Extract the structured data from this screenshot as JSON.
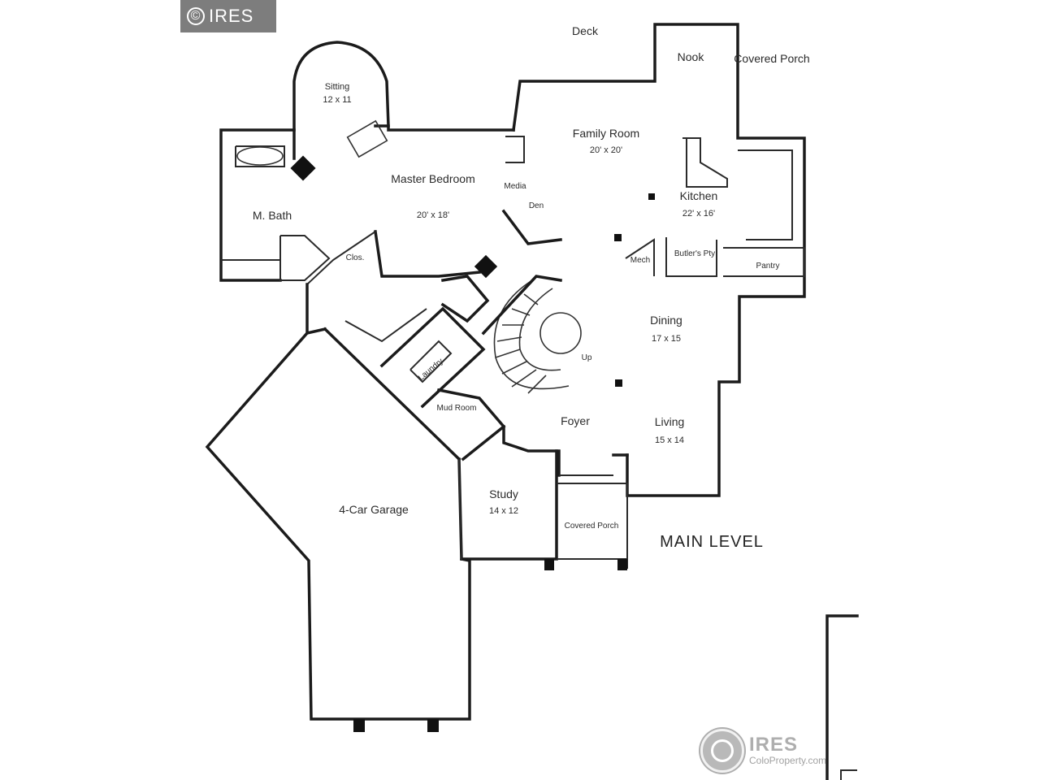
{
  "badge": {
    "text": "IRES",
    "symbol": "©"
  },
  "watermark": {
    "name": "IRES",
    "url": "ColoProperty.com"
  },
  "level_label": "MAIN LEVEL",
  "rooms": {
    "deck": "Deck",
    "nook": "Nook",
    "covered_porch_rear": "Covered Porch",
    "sitting": "Sitting",
    "sitting_dim": "12 x 11",
    "family_room": "Family Room",
    "family_room_dim": "20' x 20'",
    "master_bedroom": "Master Bedroom",
    "master_bedroom_dim": "20' x 18'",
    "kitchen": "Kitchen",
    "kitchen_dim": "22' x 16'",
    "m_bath": "M. Bath",
    "media": "Media",
    "den": "Den",
    "butler_pantry": "Butler's Pty",
    "pantry": "Pantry",
    "mech": "Mech",
    "dining": "Dining",
    "dining_dim": "17 x 15",
    "laundry": "Laundry",
    "up": "Up",
    "mud_room": "Mud Room",
    "foyer": "Foyer",
    "living": "Living",
    "living_dim": "15 x 14",
    "study": "Study",
    "study_dim": "14 x 12",
    "covered_porch_front": "Covered Porch",
    "garage": "4-Car Garage",
    "closet": "Clos."
  },
  "colors": {
    "wall": "#1b1b1b",
    "badge": "#7d7d7d",
    "watermark": "#9a9a9a"
  }
}
